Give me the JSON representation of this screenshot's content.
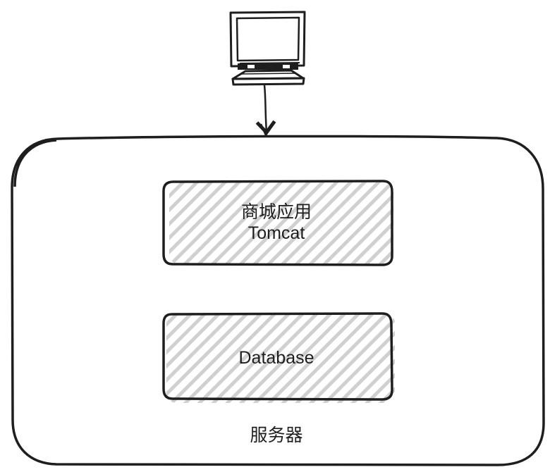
{
  "nodes": {
    "client": {
      "icon": "computer-icon"
    },
    "app": {
      "line1": "商城应用",
      "line2": "Tomcat"
    },
    "database": {
      "label": "Database"
    },
    "server": {
      "label": "服务器"
    }
  },
  "edges": [
    {
      "from": "client",
      "to": "server"
    }
  ],
  "colors": {
    "stroke": "#1e1e1e",
    "hatch": "#d0d0d0",
    "background": "#ffffff"
  }
}
